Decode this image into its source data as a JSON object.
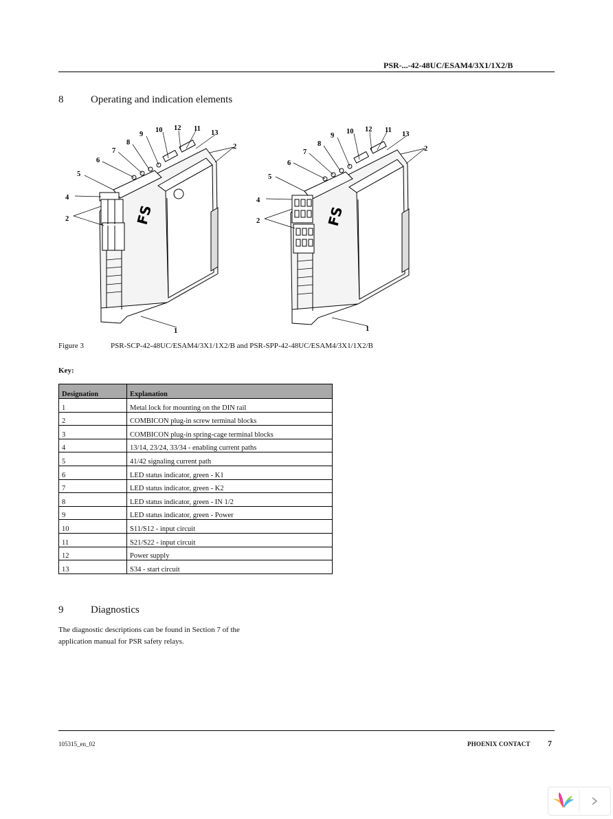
{
  "header": {
    "title": "PSR-...-42-48UC/ESAM4/3X1/1X2/B"
  },
  "section8": {
    "number": "8",
    "title": "Operating and indication elements"
  },
  "figure": {
    "callouts_left": [
      "9",
      "10",
      "12",
      "11",
      "13",
      "8",
      "7",
      "6",
      "5",
      "4",
      "2",
      "2",
      "1"
    ],
    "callouts_right": [
      "9",
      "10",
      "12",
      "11",
      "13",
      "8",
      "7",
      "6",
      "5",
      "4",
      "2",
      "2",
      "1"
    ],
    "caption_label": "Figure 3",
    "caption_text": "PSR-SCP-42-48UC/ESAM4/3X1/1X2/B and PSR-SPP-42-48UC/ESAM4/3X1/1X2/B"
  },
  "key": {
    "label": "Key:",
    "headers": [
      "Designation",
      "Explanation"
    ],
    "rows": [
      [
        "1",
        "Metal lock for mounting on the DIN rail"
      ],
      [
        "2",
        "COMBICON plug-in screw terminal blocks"
      ],
      [
        "3",
        "COMBICON plug-in spring-cage terminal blocks"
      ],
      [
        "4",
        "13/14, 23/24, 33/34 - enabling current paths"
      ],
      [
        "5",
        "41/42 signaling current path"
      ],
      [
        "6",
        "LED status indicator, green - K1"
      ],
      [
        "7",
        "LED status indicator, green - K2"
      ],
      [
        "8",
        "LED status indicator, green - IN 1/2"
      ],
      [
        "9",
        "LED status indicator, green - Power"
      ],
      [
        "10",
        "S11/S12 - input circuit"
      ],
      [
        "11",
        "S21/S22 - input circuit"
      ],
      [
        "12",
        "Power supply"
      ],
      [
        "13",
        "S34 - start circuit"
      ]
    ]
  },
  "section9": {
    "number": "9",
    "title": "Diagnostics",
    "line1": "The diagnostic descriptions can be found in Section 7 of the",
    "line2": "application manual for PSR safety relays."
  },
  "footer": {
    "doc_id": "105315_en_02",
    "brand": "PHOENIX CONTACT",
    "page": "7"
  },
  "viewer": {
    "next_icon": "chevron-right-icon",
    "logo_icon": "app-logo-icon"
  }
}
